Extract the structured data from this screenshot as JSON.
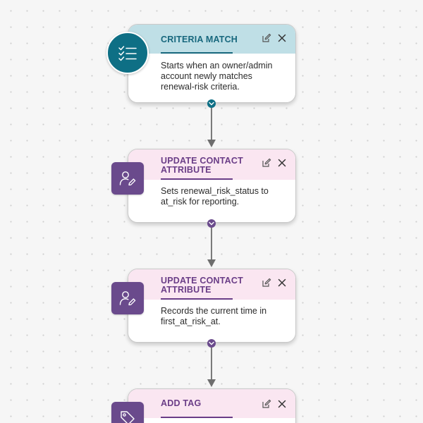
{
  "colors": {
    "trigger_header_bg": "#bfdfe6",
    "trigger_title": "#17677d",
    "trigger_icon_bg": "#0e6f85",
    "action_header_bg": "#fae6f1",
    "action_title": "#6a3d87",
    "action_icon_bg": "#6a4a8c",
    "connector_line": "#7a7a7a"
  },
  "flow": {
    "nodes": [
      {
        "type": "trigger",
        "title": "CRITERIA MATCH",
        "description": "Starts when an owner/admin account newly matches renewal-risk criteria.",
        "icon": "checklist-icon"
      },
      {
        "type": "action",
        "title": "UPDATE CONTACT ATTRIBUTE",
        "description": "Sets renewal_risk_status to at_risk for reporting.",
        "icon": "user-edit-icon"
      },
      {
        "type": "action",
        "title": "UPDATE CONTACT ATTRIBUTE",
        "description": "Records the current time in first_at_risk_at.",
        "icon": "user-edit-icon"
      },
      {
        "type": "action",
        "title": "ADD TAG",
        "description": "",
        "icon": "tag-icon"
      }
    ]
  },
  "actions": {
    "edit_icon": "edit-icon",
    "delete_icon": "close-icon",
    "connector_icon": "chevron-down-icon"
  }
}
